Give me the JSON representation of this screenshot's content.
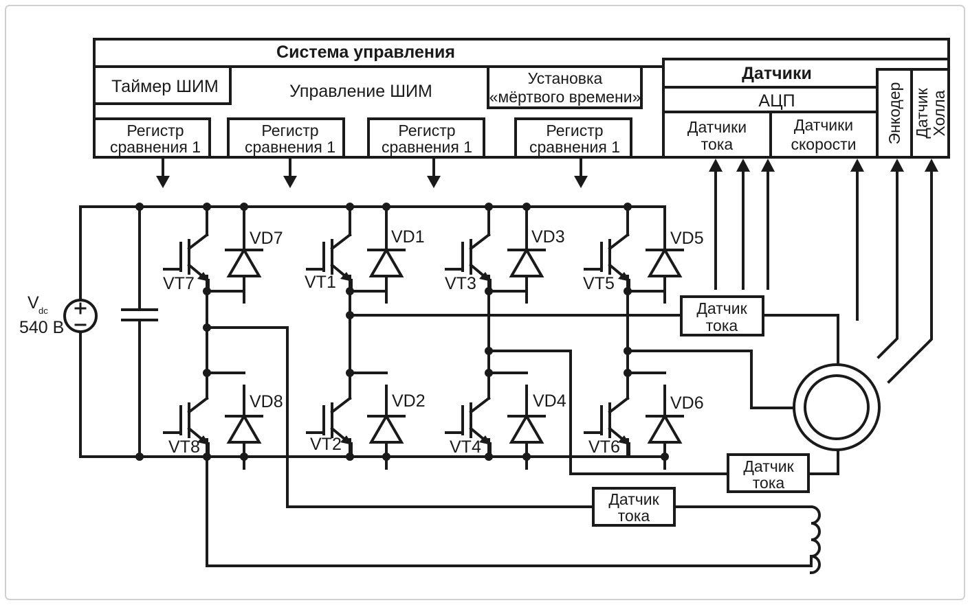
{
  "control": {
    "title": "Система управления",
    "timer": "Таймер ШИМ",
    "pwm": "Управление ШИМ",
    "deadtime_line1": "Установка",
    "deadtime_line2": "«мёртвого времени»",
    "registers": [
      {
        "line1": "Регистр",
        "line2": "сравнения 1"
      },
      {
        "line1": "Регистр",
        "line2": "сравнения 1"
      },
      {
        "line1": "Регистр",
        "line2": "сравнения 1"
      },
      {
        "line1": "Регистр",
        "line2": "сравнения 1"
      }
    ]
  },
  "sensors": {
    "title": "Датчики",
    "adc": "АЦП",
    "current_line1": "Датчики",
    "current_line2": "тока",
    "speed_line1": "Датчики",
    "speed_line2": "скорости",
    "encoder": "Энкодер",
    "hall_line1": "Датчик",
    "hall_line2": "Холла"
  },
  "supply": {
    "v_main": "V",
    "v_sub": "dc",
    "value": "540 В"
  },
  "transistors": [
    "VT7",
    "VT1",
    "VT3",
    "VT5",
    "VT8",
    "VT2",
    "VT4",
    "VT6"
  ],
  "diodes": [
    "VD7",
    "VD1",
    "VD3",
    "VD5",
    "VD8",
    "VD2",
    "VD4",
    "VD6"
  ],
  "current_sensors": [
    {
      "line1": "Датчик",
      "line2": "тока"
    },
    {
      "line1": "Датчик",
      "line2": "тока"
    },
    {
      "line1": "Датчик",
      "line2": "тока"
    }
  ],
  "colors": {
    "line": "#1a1a1a",
    "frame": "#d0d0d0",
    "background": "#ffffff"
  }
}
